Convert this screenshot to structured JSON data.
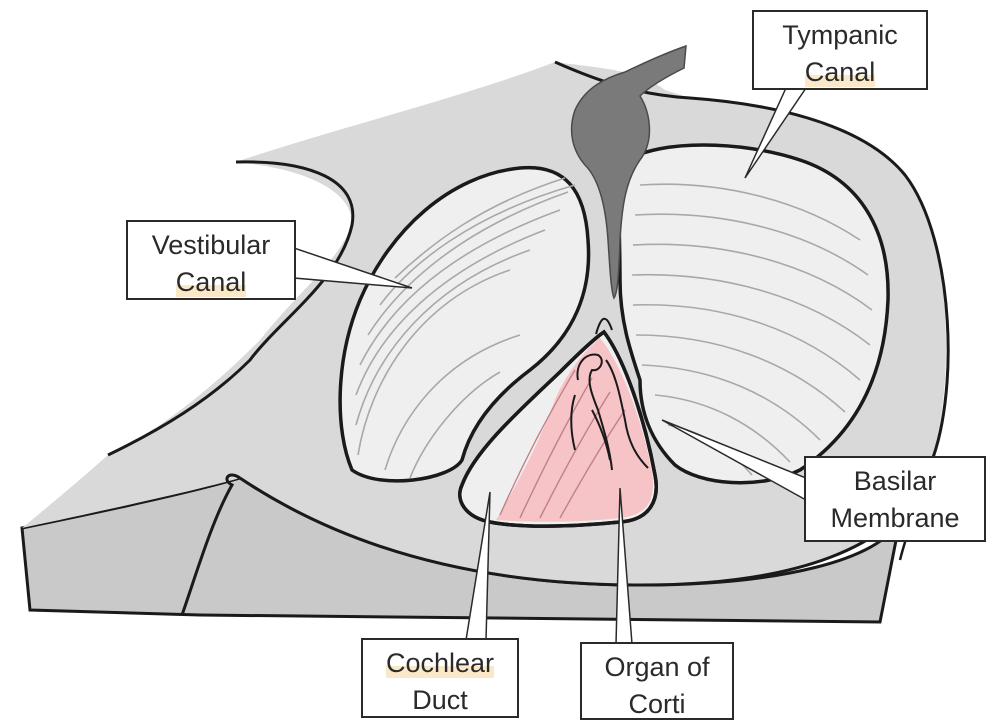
{
  "labels": {
    "tympanic_canal": [
      "Tympanic",
      "Canal"
    ],
    "vestibular_canal": [
      "Vestibular",
      "Canal"
    ],
    "basilar_membrane": [
      "Basilar",
      "Membrane"
    ],
    "cochlear_duct": [
      "Cochlear",
      "Duct"
    ],
    "organ_of_corti": [
      "Organ of",
      "Corti"
    ]
  },
  "colors": {
    "outline": "#1a1a1a",
    "bone": "#d9d9d9",
    "bone_dark": "#c9c9c9",
    "canal_fill": "#efefef",
    "canal_lines": "#a8a8a8",
    "vessel": "#7a7a7a",
    "organ_fill": "#f6c3c6",
    "callout_border": "#2a2a2a",
    "text_highlight": "#fbe8c8"
  }
}
